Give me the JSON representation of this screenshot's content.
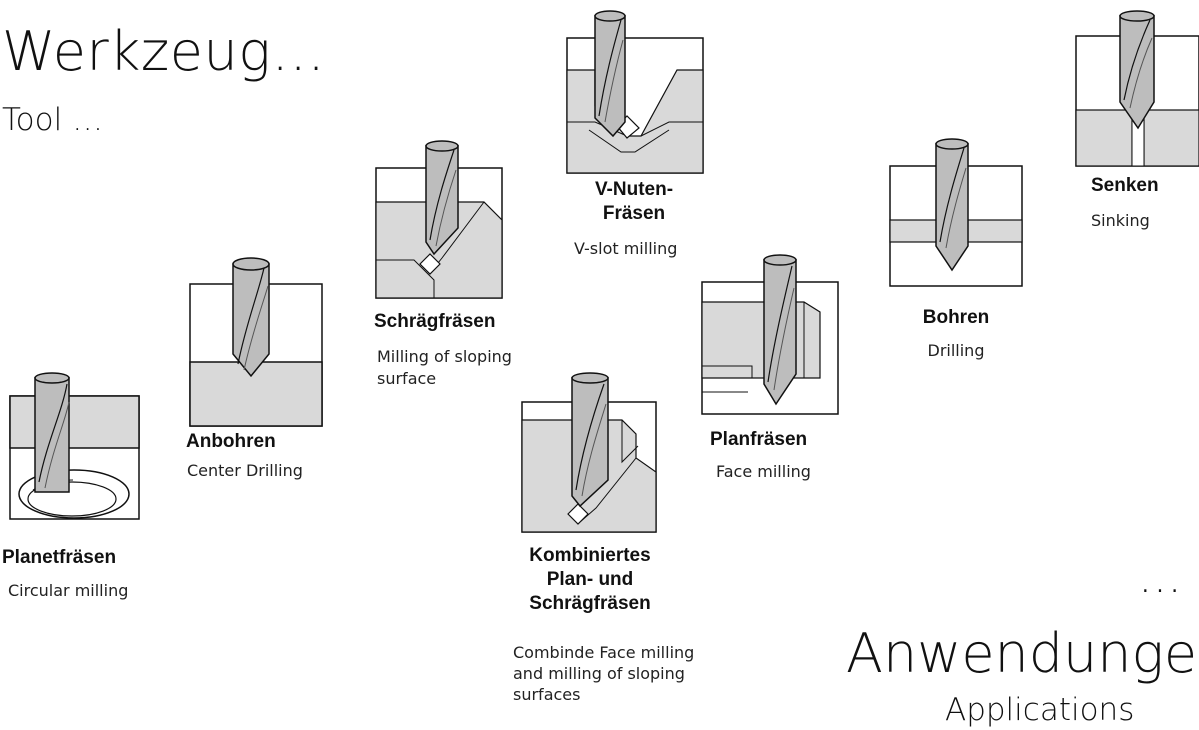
{
  "header": {
    "title": "Werkzeug…",
    "subtitle": "Tool …"
  },
  "footer": {
    "ellipsis": "…",
    "title": "Anwendunge",
    "subtitle": "Applications"
  },
  "operations": [
    {
      "id": "planet",
      "de": "Planetfräsen",
      "en": "Circular milling"
    },
    {
      "id": "anbohren",
      "de": "Anbohren",
      "en": "Center Drilling"
    },
    {
      "id": "schraeg",
      "de": "Schrägfräsen",
      "en": "Milling of sloping surface"
    },
    {
      "id": "vnut",
      "de": "V-Nuten-Fräsen",
      "en": "V-slot milling"
    },
    {
      "id": "komb",
      "de": "Kombiniertes Plan- und Schrägfräsen",
      "en": "Combinde Face milling and milling of sloping surfaces"
    },
    {
      "id": "plan",
      "de": "Planfräsen",
      "en": "Face milling"
    },
    {
      "id": "bohren",
      "de": "Bohren",
      "en": "Drilling"
    },
    {
      "id": "senken",
      "de": "Senken",
      "en": "Sinking"
    }
  ],
  "colors": {
    "ink": "#111111",
    "block": "#d9d9d9",
    "tool": "#bdbdbd",
    "tool_dark": "#8c8c8c"
  }
}
